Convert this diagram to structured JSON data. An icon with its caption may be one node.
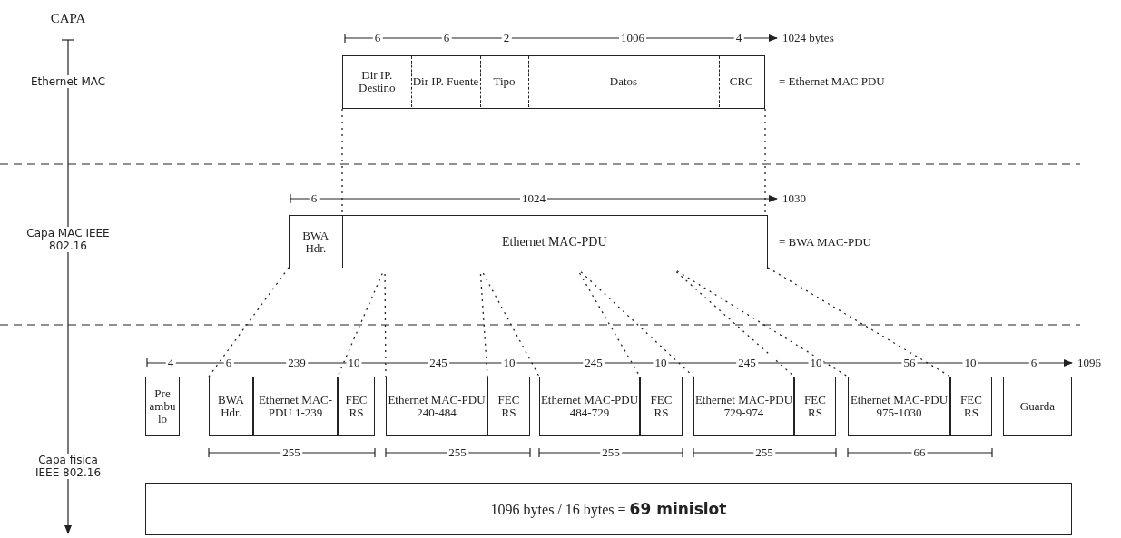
{
  "diagram": {
    "nodes": [
      {
        "text": [],
        "shape": "box",
        "beside": [
          "= Ethernet MAC PDU"
        ]
      },
      {
        "text": [
          "Dir IP. Destino"
        ],
        "in": 0
      },
      {
        "text": [
          "Dir IP. Fuente"
        ],
        "in": 0
      },
      {
        "text": [
          "Tipo"
        ],
        "in": 0
      },
      {
        "text": [
          "Datos"
        ],
        "in": 0
      },
      {
        "text": [
          "CRC"
        ],
        "in": 0
      },
      {
        "text": [],
        "shape": "box",
        "beside": [
          "= BWA MAC-PDU"
        ]
      },
      {
        "text": [
          "BWA Hdr."
        ],
        "in": 6
      },
      {
        "text": [
          "Ethernet MAC-PDU"
        ],
        "in": 6
      },
      {
        "text": [
          "Pre ambu lo"
        ]
      },
      {
        "text": [
          "BWA Hdr."
        ]
      },
      {
        "text": [
          "Ethernet MAC-PDU 1-239"
        ]
      },
      {
        "text": [
          "FEC RS"
        ]
      },
      {
        "text": [
          "Ethernet MAC-PDU 240-484"
        ]
      },
      {
        "text": [
          "FEC RS"
        ]
      },
      {
        "text": [
          "Ethernet MAC-PDU 484-729"
        ]
      },
      {
        "text": [
          "FEC RS"
        ]
      },
      {
        "text": [
          "Ethernet MAC-PDU 729-974"
        ]
      },
      {
        "text": [
          "FEC RS"
        ]
      },
      {
        "text": [
          "Ethernet MAC-PDU 975-1030"
        ]
      },
      {
        "text": [
          "FEC RS"
        ]
      },
      {
        "text": [
          "Guarda"
        ]
      },
      {
        "text": [
          "1096 bytes / 16 bytes = **69 minislot**"
        ]
      }
    ],
    "edges": [
      {
        "from": 0,
        "to": 8,
        "arrow": "none",
        "style": "dashed"
      },
      {
        "from": 0,
        "to": 8,
        "arrow": "none",
        "style": "dashed"
      },
      {
        "from": 7,
        "to": 10,
        "arrow": "none",
        "style": "dashed"
      },
      {
        "from": 8,
        "to": 11,
        "arrow": "none",
        "style": "dashed"
      },
      {
        "from": 8,
        "to": 13,
        "arrow": "none",
        "style": "dashed"
      },
      {
        "from": 8,
        "to": 13,
        "arrow": "none",
        "style": "dashed"
      },
      {
        "from": 8,
        "to": 15,
        "arrow": "none",
        "style": "dashed"
      },
      {
        "from": 8,
        "to": 15,
        "arrow": "none",
        "style": "dashed"
      },
      {
        "from": 8,
        "to": 17,
        "arrow": "none",
        "style": "dashed"
      },
      {
        "from": 8,
        "to": 17,
        "arrow": "none",
        "style": "dashed"
      },
      {
        "from": 8,
        "to": 19,
        "arrow": "none",
        "style": "dashed"
      },
      {
        "from": 8,
        "to": 19,
        "arrow": "none",
        "style": "dashed"
      }
    ],
    "labels": [
      "CAPA",
      "6",
      "6",
      "2",
      "1006",
      "4",
      "1024 bytes",
      "Ethernet MAC",
      "6",
      "1024",
      "1030",
      "Capa MAC IEEE 802.16",
      "4",
      "6",
      "239",
      "10",
      "245",
      "10",
      "245",
      "10",
      "245",
      "10",
      "56",
      "10",
      "6",
      "1096",
      "255",
      "255",
      "255",
      "255",
      "66",
      "Capa fisica IEEE 802.16"
    ]
  }
}
